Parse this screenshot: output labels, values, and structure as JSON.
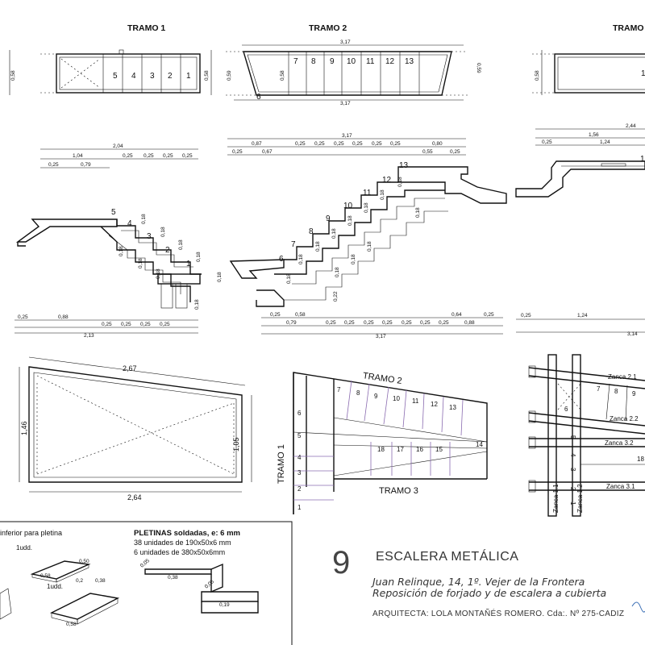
{
  "sections": {
    "tramo1": "TRAMO 1",
    "tramo2": "TRAMO 2",
    "tramo3": "TRAMO"
  },
  "plan_top": {
    "t1_steps": [
      "5",
      "4",
      "3",
      "2",
      "1"
    ],
    "t1_width": "0,58",
    "t2_steps": [
      "7",
      "8",
      "9",
      "10",
      "11",
      "12",
      "13"
    ],
    "t2_step6": "6",
    "t2_len": "3,17",
    "t2_len_bottom": "3,17",
    "t2_width": "0,58",
    "t2_width_r": "0,59",
    "t2_width_l": "0,59",
    "t3_width": "0,58",
    "t3_step": "1"
  },
  "elev_t1": {
    "dims_top": [
      "2,04",
      "1,04",
      "0,25",
      "0,79",
      "0,25",
      "0,25",
      "0,25",
      "0,25"
    ],
    "risers": [
      "0,18",
      "0,18",
      "0,18",
      "0,18",
      "0,18",
      "0,18",
      "0,18",
      "0,18",
      "0,18"
    ],
    "steps": [
      "5",
      "4",
      "3",
      "2",
      "1"
    ],
    "dims_bottom": [
      "0,25",
      "0,88",
      "0,25",
      "0,25",
      "0,25",
      "0,25",
      "2,13"
    ]
  },
  "elev_t2": {
    "dims_top": [
      "3,17",
      "0,87",
      "0,25",
      "0,25",
      "0,25",
      "0,25",
      "0,25",
      "0,25",
      "0,25",
      "0,67",
      "0,55",
      "0,80",
      "0,25"
    ],
    "steps": [
      "6",
      "7",
      "8",
      "9",
      "10",
      "11",
      "12",
      "13"
    ],
    "risers": [
      "0,18",
      "0,18",
      "0,18",
      "0,18",
      "0,18",
      "0,18",
      "0,18",
      "0,18",
      "0,18",
      "0,18",
      "0,18",
      "0,22",
      "0,18"
    ],
    "dims_bottom": [
      "0,25",
      "0,58",
      "0,79",
      "0,25",
      "0,25",
      "0,25",
      "0,25",
      "0,25",
      "0,25",
      "0,25",
      "0,64",
      "0,25",
      "0,88",
      "3,17"
    ]
  },
  "elev_t3": {
    "dims_top": [
      "2,44",
      "1,56",
      "0,25",
      "1,24"
    ],
    "step": "1",
    "dims_bottom": [
      "0,25",
      "1,24",
      "3,14"
    ]
  },
  "slab": {
    "top": "2,67",
    "left": "1,46",
    "right": "1,05",
    "bottom": "2,64"
  },
  "plan_mid": {
    "tramo2": "TRAMO 2",
    "tramo1": "TRAMO 1",
    "tramo3": "TRAMO 3",
    "steps_t2": [
      "7",
      "8",
      "9",
      "10",
      "11",
      "12",
      "13"
    ],
    "steps_t1": [
      "6",
      "5",
      "4",
      "3",
      "2",
      "1"
    ],
    "steps_t3": [
      "18",
      "17",
      "16",
      "15",
      "14"
    ]
  },
  "zancas": {
    "z21": "Zanca 2.1",
    "z22": "Zanca 2.2",
    "z32": "Zanca 3.2",
    "z31": "Zanca 3.1",
    "z11": "Zanca 1.1",
    "z12": "Zanca 1.2",
    "steps_top": [
      "7",
      "8",
      "9"
    ],
    "step6": "6",
    "steps_left": [
      "5",
      "4",
      "3",
      "2",
      "1"
    ],
    "step18": "18"
  },
  "pletinas": {
    "left_title": "inferior para pletina",
    "udd1": "1udd.",
    "udd2": "1udd.",
    "d050": "0,50",
    "d058a": "0,58",
    "d058b": "0,58",
    "d02": "0,2",
    "d038a": "0,38",
    "title": "PLETINAS soldadas, e: 6 mm",
    "line1": "38 unidades de 190x50x6 mm",
    "line2": "6 unidades de 380x50x6mm",
    "d005a": "0,05",
    "d038b": "0,38",
    "d005b": "0,05",
    "d019": "0,19"
  },
  "titleblock": {
    "number": "9",
    "title": "ESCALERA METÁLICA",
    "address": "Juan Relinque, 14, 1º.  Vejer de la Frontera",
    "project": "Reposición de forjado y de escalera a cubierta",
    "architect": "ARQUITECTA:  LOLA MONTAÑÉS ROMERO.   Cda:. Nº 275-CADIZ"
  }
}
